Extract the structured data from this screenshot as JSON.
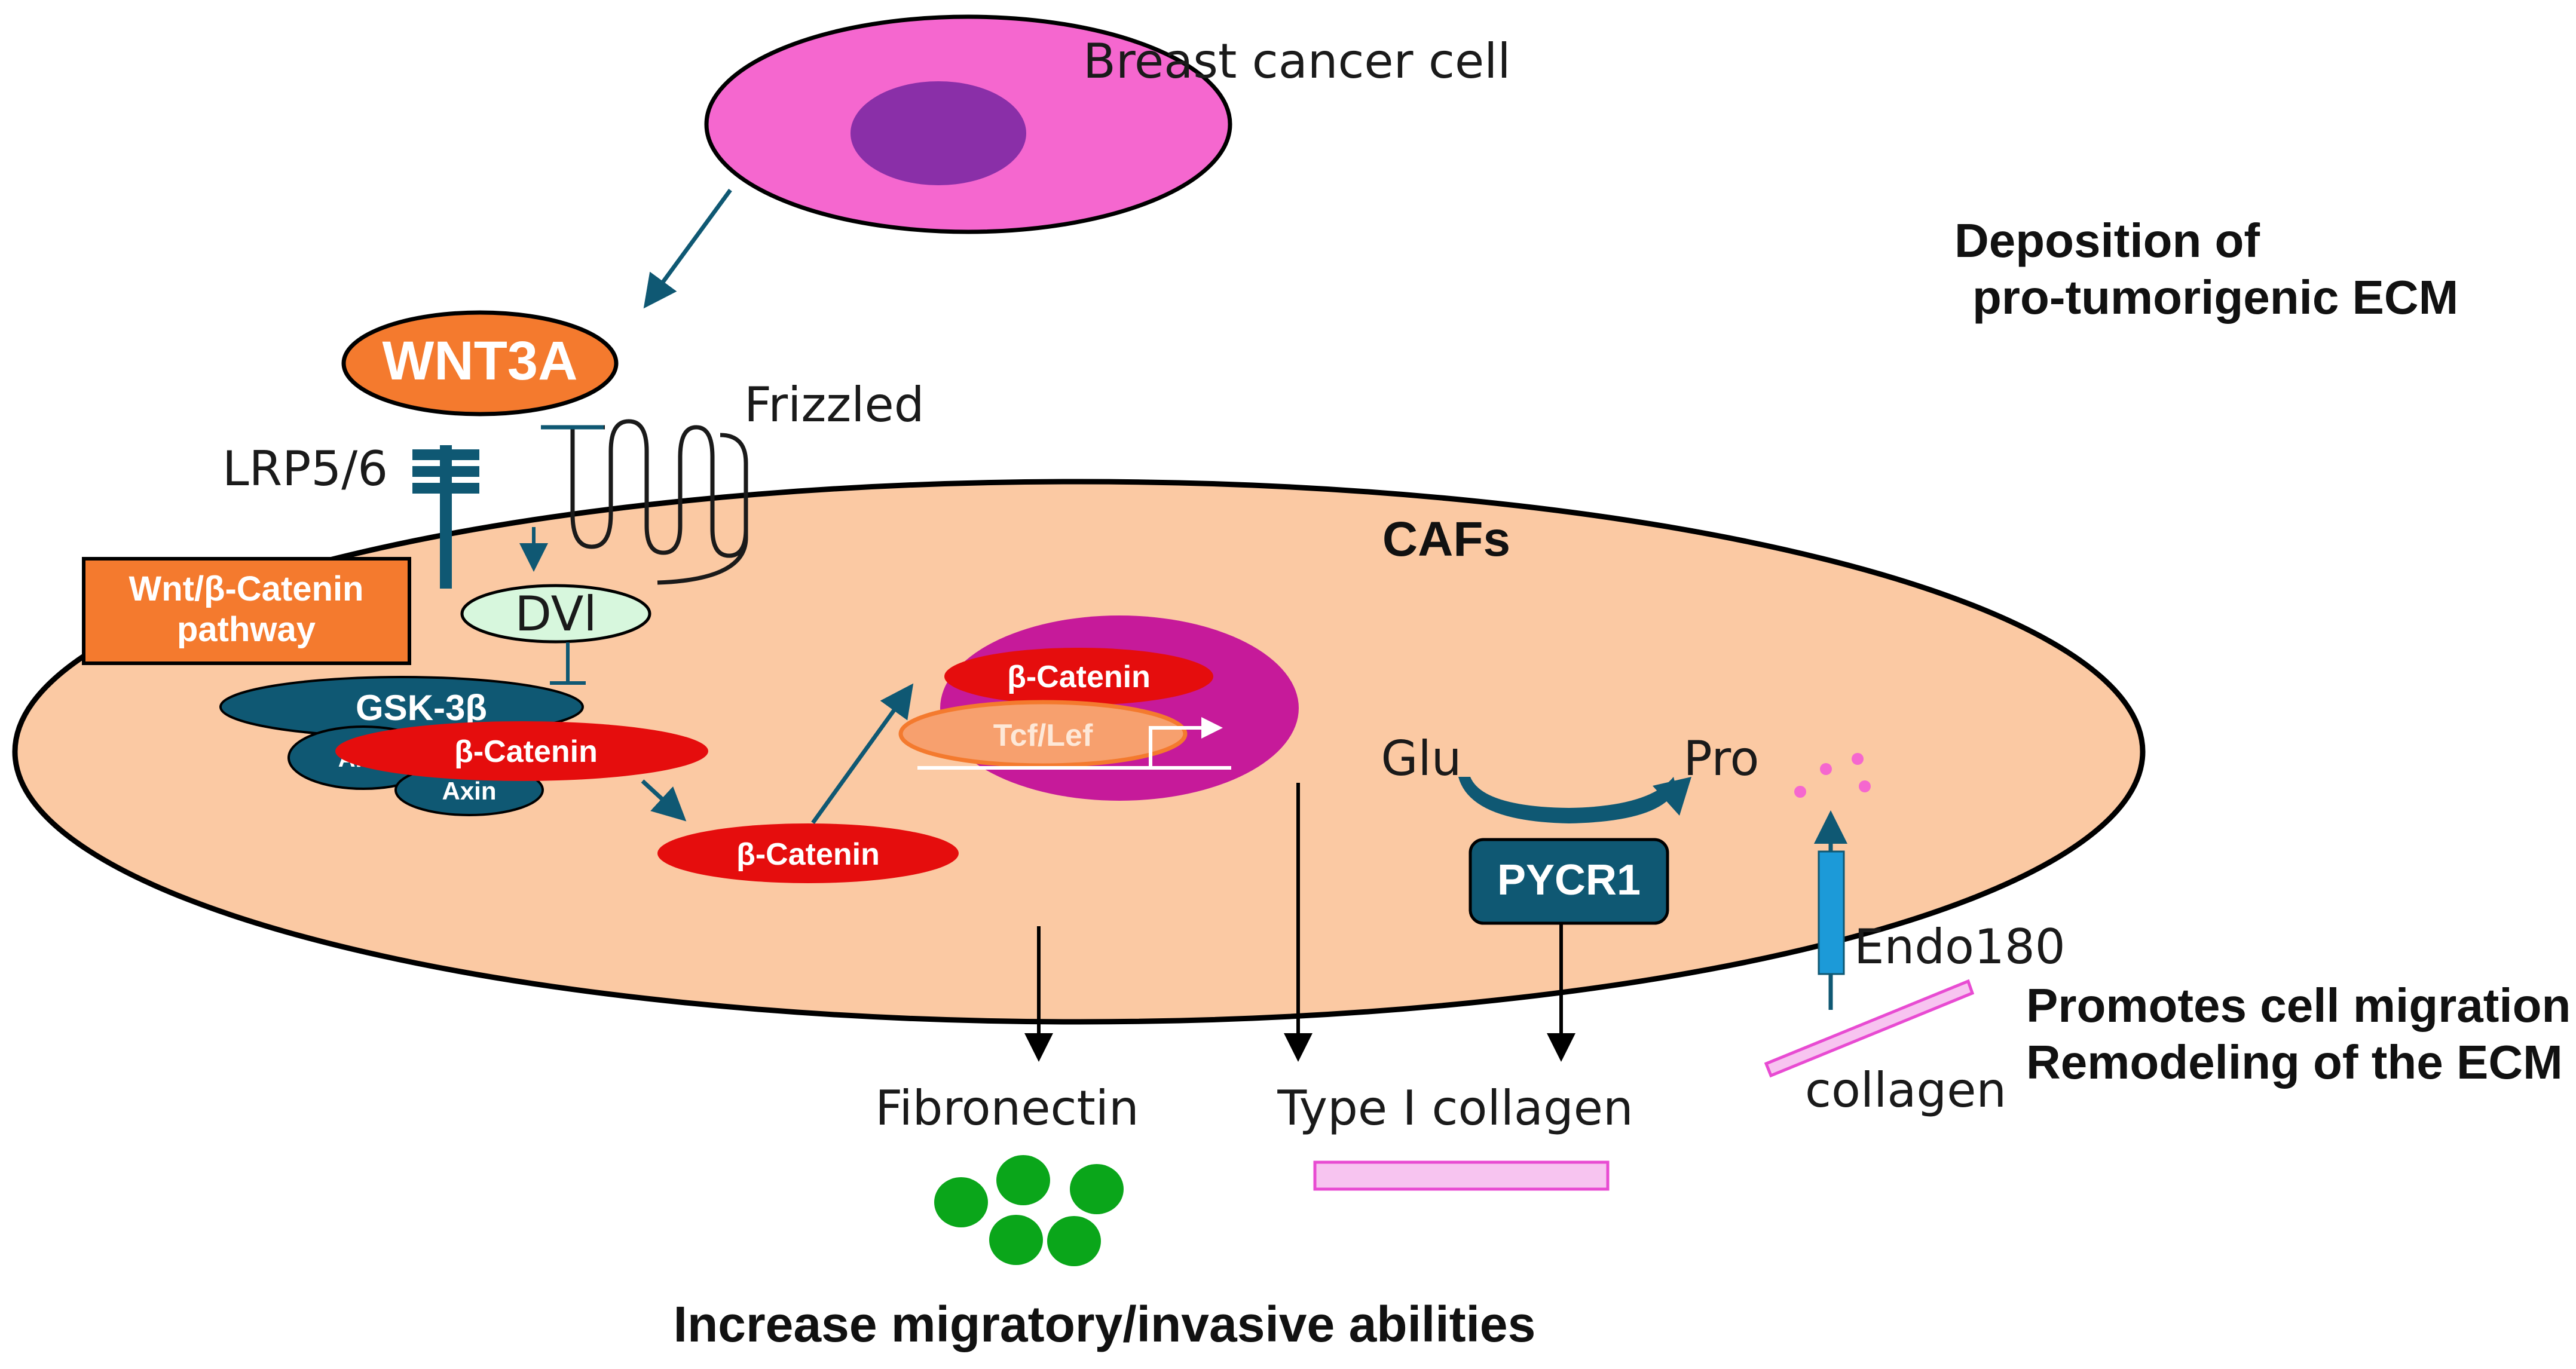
{
  "labels": {
    "breast_cancer_cell": "Breast cancer cell",
    "wnt3a": "WNT3A",
    "frizzled": "Frizzled",
    "lrp": "LRP5/6",
    "pathway_line1": "Wnt/β-Catenin",
    "pathway_line2": "pathway",
    "dvl": "DVl",
    "gsk": "GSK-3β",
    "apc": "APC",
    "axin": "Axin",
    "bcat": "β-Catenin",
    "tcf": "Tcf/Lef",
    "cafs": "CAFs",
    "glu": "Glu",
    "pro": "Pro",
    "pycr1": "PYCR1",
    "endo180": "Endo180",
    "collagen": "collagen",
    "fibronectin": "Fibronectin",
    "type1_collagen": "Type I collagen",
    "deposition_line1": "Deposition of",
    "deposition_line2": "pro-tumorigenic ECM",
    "promotes_line1": "Promotes cell migration",
    "promotes_line2": "Remodeling of the ECM",
    "increase": "Increase migratory/invasive abilities"
  },
  "colors": {
    "cell_body": "#fbc9a3",
    "cancer_cell": "#f567cf",
    "cancer_nucleus": "#8a2fa8",
    "nucleus": "#c61a9a",
    "wnt3a": "#f47a2e",
    "teal": "#0f5873",
    "red": "#e50d0d",
    "dvl": "#d7f7dd",
    "green": "#0aa61a",
    "pink_bar": "#f7c4f0",
    "endo180": "#1c9ad8"
  }
}
